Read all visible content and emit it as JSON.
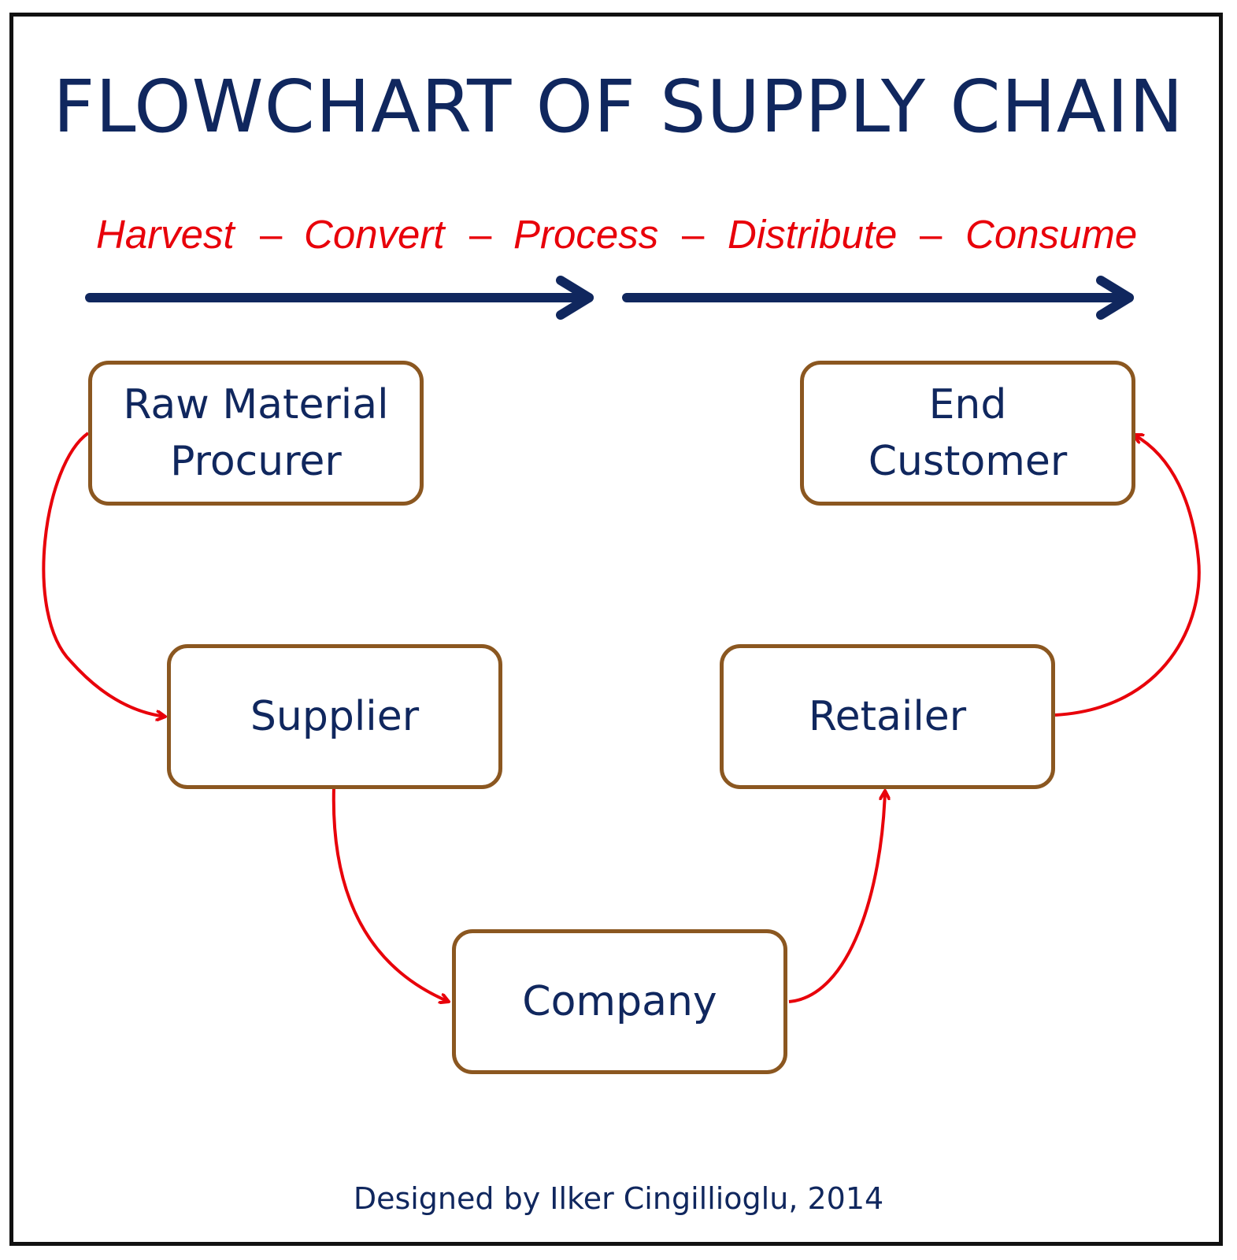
{
  "title": "FLOWCHART OF SUPPLY CHAIN",
  "stages": [
    "Harvest",
    "Convert",
    "Process",
    "Distribute",
    "Consume"
  ],
  "stage_separator": "–",
  "nodes": {
    "raw_material_procurer": {
      "line1": "Raw Material",
      "line2": "Procurer"
    },
    "supplier": "Supplier",
    "company": "Company",
    "retailer": "Retailer",
    "end_customer": {
      "line1": "End",
      "line2": "Customer"
    }
  },
  "credit": "Designed by Ilker Cingillioglu, 2014",
  "colors": {
    "title": "#10275e",
    "stage_text": "#e8000a",
    "direction_arrow": "#10275e",
    "node_border": "#8b5720",
    "node_text": "#10275e",
    "flow_arrow": "#e8000a",
    "frame": "#111111"
  }
}
